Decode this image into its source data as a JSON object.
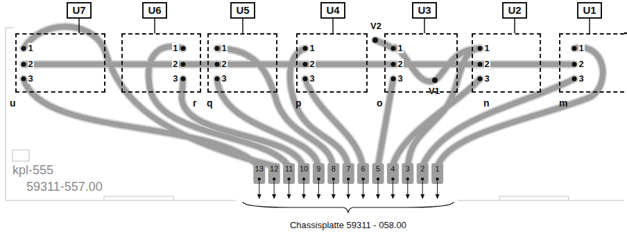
{
  "diagram": {
    "nodes": [
      {
        "text": [
          "U7"
        ]
      },
      {
        "text": [
          "1",
          "2",
          "3"
        ]
      },
      {
        "text": [
          "U6"
        ]
      },
      {
        "text": [
          "1",
          "2",
          "3"
        ]
      },
      {
        "text": [
          "U5"
        ]
      },
      {
        "text": [
          "1",
          "2",
          "3"
        ]
      },
      {
        "text": [
          "U4"
        ]
      },
      {
        "text": [
          "1",
          "2",
          "3"
        ]
      },
      {
        "text": [
          "U3"
        ]
      },
      {
        "text": [
          "1",
          "2",
          "3"
        ]
      },
      {
        "text": [
          "U2"
        ]
      },
      {
        "text": [
          "1",
          "2",
          "3"
        ]
      },
      {
        "text": [
          "U1"
        ]
      },
      {
        "text": [
          "1",
          "2",
          "3"
        ]
      }
    ],
    "edges": [
      {
        "from": 0,
        "to": 1,
        "arrow": "none"
      },
      {
        "from": 2,
        "to": 3,
        "arrow": "none"
      },
      {
        "from": 4,
        "to": 5,
        "arrow": "none"
      },
      {
        "from": 6,
        "to": 7,
        "arrow": "none"
      },
      {
        "from": 8,
        "to": 9,
        "arrow": "none"
      },
      {
        "from": 10,
        "to": 11,
        "arrow": "none"
      },
      {
        "from": 12,
        "to": 13,
        "arrow": "none"
      }
    ],
    "labels": [
      "V2",
      "V1",
      "u",
      "r",
      "q",
      "p",
      "o",
      "n",
      "m",
      "kpl-555",
      "59311-557.00",
      "13",
      "12",
      "11",
      "10",
      "9",
      "8",
      "7",
      "6",
      "5",
      "4",
      "3",
      "2",
      "1",
      "Chassisplatte 59311 - 058.00"
    ]
  }
}
